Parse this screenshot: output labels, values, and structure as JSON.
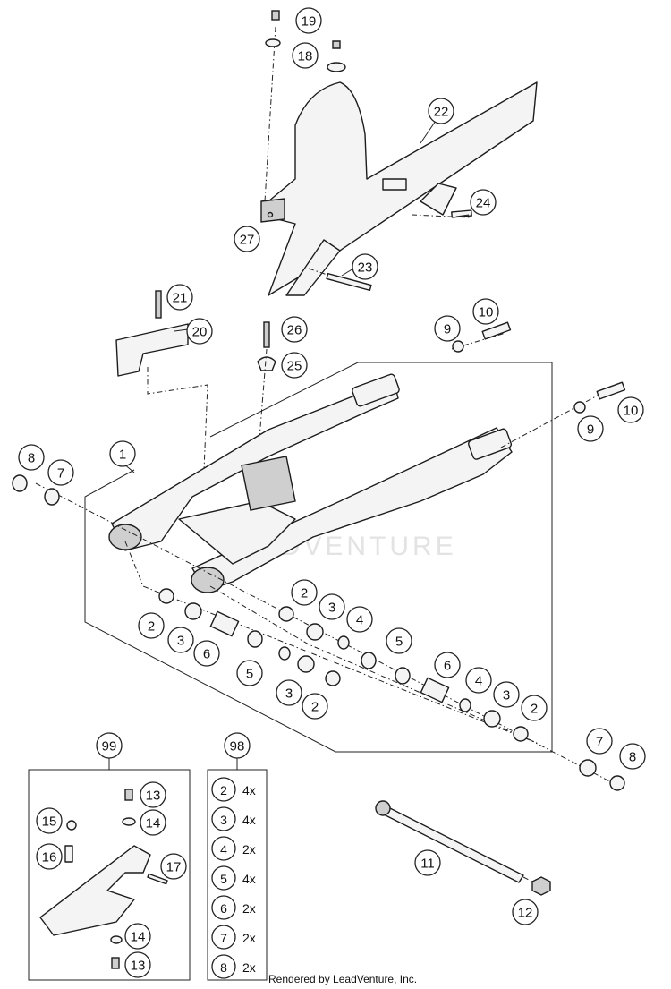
{
  "diagram": {
    "watermark": "LEADVENTURE",
    "credit": "Rendered by LeadVenture, Inc."
  },
  "callouts": [
    {
      "id": "c19",
      "label": "19"
    },
    {
      "id": "c18",
      "label": "18"
    },
    {
      "id": "c22",
      "label": "22"
    },
    {
      "id": "c24",
      "label": "24"
    },
    {
      "id": "c27",
      "label": "27"
    },
    {
      "id": "c23",
      "label": "23"
    },
    {
      "id": "c21",
      "label": "21"
    },
    {
      "id": "c20",
      "label": "20"
    },
    {
      "id": "c26",
      "label": "26"
    },
    {
      "id": "c25",
      "label": "25"
    },
    {
      "id": "c10a",
      "label": "10"
    },
    {
      "id": "c9a",
      "label": "9"
    },
    {
      "id": "c10b",
      "label": "10"
    },
    {
      "id": "c9b",
      "label": "9"
    },
    {
      "id": "c1",
      "label": "1"
    },
    {
      "id": "c8a",
      "label": "8"
    },
    {
      "id": "c7a",
      "label": "7"
    },
    {
      "id": "c2a",
      "label": "2"
    },
    {
      "id": "c3a",
      "label": "3"
    },
    {
      "id": "c4a",
      "label": "4"
    },
    {
      "id": "c5a",
      "label": "5"
    },
    {
      "id": "c2b",
      "label": "2"
    },
    {
      "id": "c3b",
      "label": "3"
    },
    {
      "id": "c6a",
      "label": "6"
    },
    {
      "id": "c5b",
      "label": "5"
    },
    {
      "id": "c3c",
      "label": "3"
    },
    {
      "id": "c2c",
      "label": "2"
    },
    {
      "id": "c6b",
      "label": "6"
    },
    {
      "id": "c4b",
      "label": "4"
    },
    {
      "id": "c3d",
      "label": "3"
    },
    {
      "id": "c2d",
      "label": "2"
    },
    {
      "id": "c7b",
      "label": "7"
    },
    {
      "id": "c8b",
      "label": "8"
    },
    {
      "id": "c99",
      "label": "99"
    },
    {
      "id": "c98",
      "label": "98"
    },
    {
      "id": "c13a",
      "label": "13"
    },
    {
      "id": "c14a",
      "label": "14"
    },
    {
      "id": "c15",
      "label": "15"
    },
    {
      "id": "c16",
      "label": "16"
    },
    {
      "id": "c17",
      "label": "17"
    },
    {
      "id": "c14b",
      "label": "14"
    },
    {
      "id": "c13b",
      "label": "13"
    },
    {
      "id": "c11",
      "label": "11"
    },
    {
      "id": "c12",
      "label": "12"
    }
  ],
  "kit98": [
    {
      "part": "2",
      "qty": "4x"
    },
    {
      "part": "3",
      "qty": "4x"
    },
    {
      "part": "4",
      "qty": "2x"
    },
    {
      "part": "5",
      "qty": "4x"
    },
    {
      "part": "6",
      "qty": "2x"
    },
    {
      "part": "7",
      "qty": "2x"
    },
    {
      "part": "8",
      "qty": "2x"
    }
  ]
}
